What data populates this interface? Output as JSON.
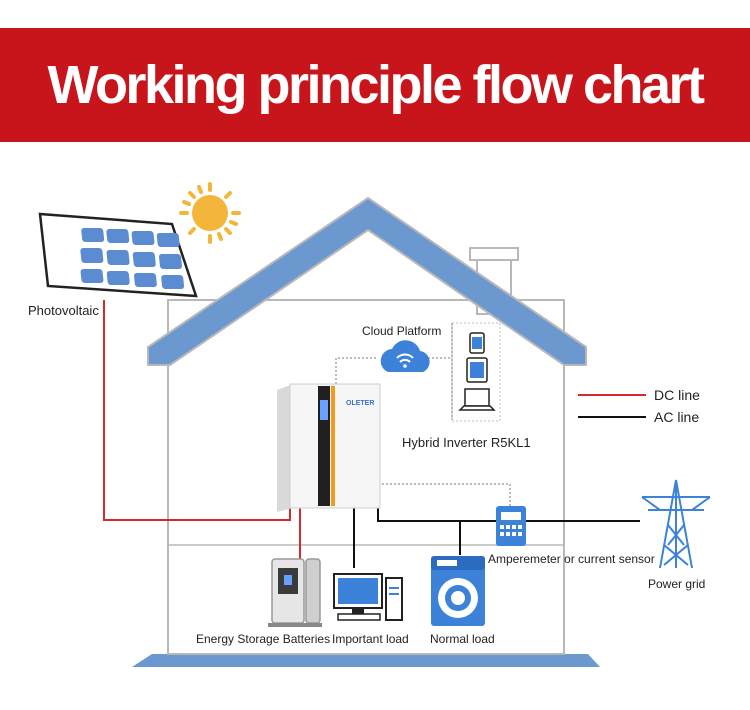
{
  "title": "Working principle flow chart",
  "labels": {
    "photovoltaic": "Photovoltaic",
    "cloud_platform": "Cloud Platform",
    "inverter": "Hybrid Inverter R5KL1",
    "inverter_brand": "OLETER",
    "ampere": "Amperemeter or current sensor",
    "power_grid": "Power grid",
    "batteries": "Energy Storage Batteries",
    "important_load": "Important load",
    "normal_load": "Normal load"
  },
  "legend": [
    {
      "label": "DC line",
      "color": "#d42a2a"
    },
    {
      "label": "AC line",
      "color": "#111111"
    }
  ],
  "colors": {
    "banner": "#c8151b",
    "roof": "#6c98d0",
    "house_outline": "#b8b8b8",
    "panel_cell": "#5b8bd0",
    "sun": "#f4b63a",
    "dc_line": "#d42a2a",
    "ac_line": "#111111",
    "dotted_line": "#777777"
  }
}
